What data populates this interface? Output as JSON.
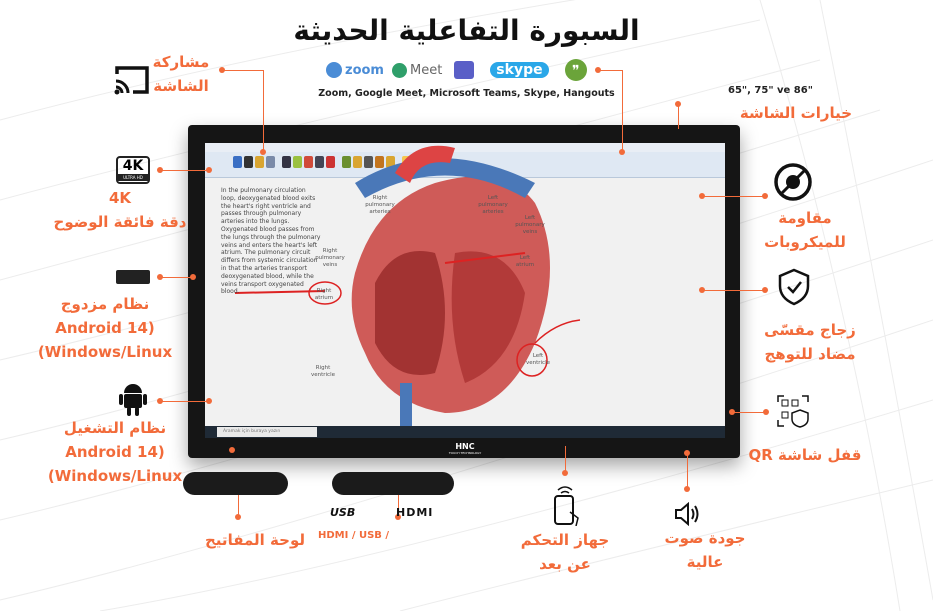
{
  "title": "السبورة التفاعلية الحديثة",
  "apps": {
    "logos": [
      "Zoom",
      "Meet",
      "Teams",
      "skype",
      "Hangouts"
    ],
    "zoom": "zoom",
    "meet": "Meet",
    "skype": "skype",
    "subtitle": "Zoom, Google Meet, Microsoft Teams, Skype, Hangouts"
  },
  "features": {
    "screen_share": {
      "line1": "مشاركة",
      "line2": "الشاشة",
      "icon": "cast-icon"
    },
    "resolution": {
      "line1": "4K",
      "line2": "دقة فائقة الوضوح",
      "icon": "4k-ultra-hd-icon",
      "badge": "4K",
      "badge_sub": "ULTRA HD"
    },
    "dual_system": {
      "line1": "نظام مزدوج",
      "line2": "Android 14)",
      "line3": "(Windows/Linux",
      "icon": "ops-box-icon"
    },
    "os": {
      "line1": "نظام التشغيل",
      "line2": "Android 14)",
      "line3": "(Windows/Linux",
      "icon": "android-icon"
    },
    "screen_options": {
      "sizes": "65\", 75\" ve 86\"",
      "label": "خيارات الشاشة"
    },
    "antimicrobial": {
      "line1": "مقاومة",
      "line2": "للميكروبات",
      "icon": "anti-virus-icon"
    },
    "glass": {
      "line1": "زجاج مقسّى",
      "line2": "مضاد للتوهج",
      "icon": "shield-check-icon"
    },
    "qr_lock": {
      "label": "قفل شاشة QR",
      "icon": "qr-shield-icon"
    },
    "keypad": {
      "label": "لوحة المفاتيح"
    },
    "ports": {
      "label": "HDMI / USB /",
      "usb_logo": "USB",
      "hdmi_logo": "HDMI"
    },
    "remote": {
      "line1": "جهاز التحكم",
      "line2": "عن بعد",
      "icon": "remote-control-icon"
    },
    "sound": {
      "line1": "جودة صوت",
      "line2": "عالية",
      "icon": "speaker-icon"
    }
  },
  "display": {
    "brand": "HNC",
    "brand_sub": "TOUCH TECHNOLOGY",
    "screen_text": "In the pulmonary circulation loop, deoxygenated blood exits the heart's right ventricle and passes through pulmonary arteries into the lungs. Oxygenated blood passes from the lungs through the pulmonary veins and enters the heart's left atrium. The pulmonary circuit differs from systemic circulation in that the arteries transport deoxygenated blood, while the veins transport oxygenated blood.",
    "labels": {
      "right_pulmonary_arteries": "Right pulmonary arteries",
      "left_pulmonary_arteries": "Left pulmonary arteries",
      "left_pulmonary_veins": "Left pulmonary veins",
      "right_pulmonary_veins": "Right pulmonary veins",
      "left_atrium": "Left atrium",
      "right_atrium": "Right atrium",
      "right_ventricle": "Right ventricle",
      "left_ventricle": "Left ventricle"
    },
    "search_placeholder": "Aramak için buraya yazın"
  },
  "colors": {
    "accent": "#f26b3a",
    "text": "#111111"
  }
}
